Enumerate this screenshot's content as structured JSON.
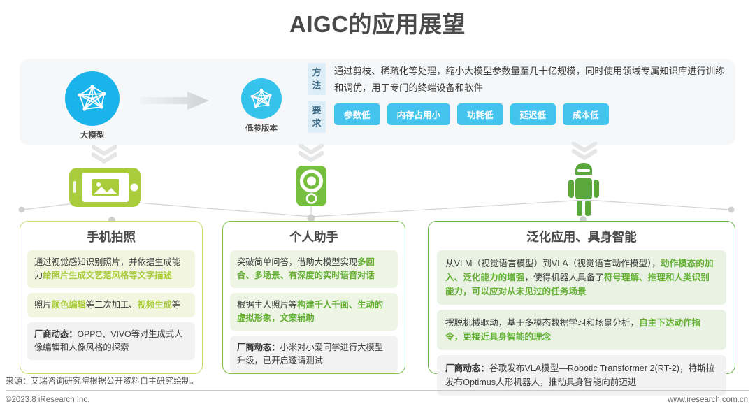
{
  "title": "AIGC的应用展望",
  "banner": {
    "big_model": {
      "label": "大模型",
      "icon": "network-graph-icon",
      "color": "#1ab4ea"
    },
    "arrow": {
      "icon": "arrow-right-icon"
    },
    "low_param": {
      "label": "低参版本",
      "icon": "network-graph-icon",
      "color": "#35c3ec"
    },
    "method": {
      "key": "方法",
      "key_chars": [
        "方",
        "法"
      ],
      "text": "通过剪枝、稀疏化等处理，缩小大模型参数量至几十亿规模，同时使用领域专属知识库进行训练和调优，用于专门的终端设备和软件"
    },
    "requirement": {
      "key": "要求",
      "key_chars": [
        "要",
        "求"
      ],
      "tags": [
        "参数低",
        "内存占用小",
        "功耗低",
        "延迟低",
        "成本低"
      ],
      "tag_color": "#44c3ef"
    }
  },
  "devices": [
    {
      "name": "phone-camera-icon",
      "color": "#a8cc3c"
    },
    {
      "name": "smart-speaker-icon",
      "color": "#77bf3e"
    },
    {
      "name": "humanoid-robot-icon",
      "color": "#5aa83c"
    }
  ],
  "cards": [
    {
      "title": "手机拍照",
      "border": "#cbdb6e",
      "panels": [
        {
          "style": "yellow",
          "segments": [
            {
              "t": "通过视觉感知识别照片，并依据生成能力",
              "hl": false
            },
            {
              "t": "给照片生成文艺范风格等文字描述",
              "hl": true
            }
          ]
        },
        {
          "style": "yellow",
          "segments": [
            {
              "t": "照片",
              "hl": false
            },
            {
              "t": "颜色编辑",
              "hl": true
            },
            {
              "t": "等二次加工、",
              "hl": false
            },
            {
              "t": "视频生成",
              "hl": true
            },
            {
              "t": "等",
              "hl": false
            }
          ]
        },
        {
          "style": "gray",
          "key": "厂商动态：",
          "segments": [
            {
              "t": "OPPO、VIVO等对生成式人像编辑和人像风格的探索",
              "hl": false
            }
          ]
        }
      ]
    },
    {
      "title": "个人助手",
      "border": "#7cc04a",
      "panels": [
        {
          "style": "green",
          "segments": [
            {
              "t": "突破简单问答，借助大模型实现",
              "hl": false
            },
            {
              "t": "多回合、多场景、有深度的实时语音对话",
              "hl": true
            }
          ]
        },
        {
          "style": "green",
          "segments": [
            {
              "t": "根据主人照片等",
              "hl": false
            },
            {
              "t": "构建千人千面、生动的虚拟形象，文案辅助",
              "hl": true
            }
          ]
        },
        {
          "style": "gray",
          "key": "厂商动态：",
          "segments": [
            {
              "t": "小米对小爱同学进行大模型升级，已开启邀请测试",
              "hl": false
            }
          ]
        }
      ]
    },
    {
      "title": "泛化应用、具身智能",
      "border": "#6bb24a",
      "panels": [
        {
          "style": "green3",
          "segments": [
            {
              "t": "从VLM（视觉语言模型）到VLA（视觉语言动作模型），",
              "hl": false
            },
            {
              "t": "动作模态的加入、泛化能力的增强",
              "hl": true
            },
            {
              "t": "，使得机器人具备了",
              "hl": false
            },
            {
              "t": "符号理解、推理和人类识别能力，可以应对从未见过的任务场景",
              "hl": true
            }
          ]
        },
        {
          "style": "green3",
          "segments": [
            {
              "t": "摆脱机械驱动，基于多模态数据学习和场景分析，",
              "hl": false
            },
            {
              "t": "自主下达动作指令，更接近具身智能的理念",
              "hl": true
            }
          ]
        },
        {
          "style": "gray",
          "key": "厂商动态：",
          "segments": [
            {
              "t": "谷歌发布VLA模型—Robotic Transformer 2(RT-2)，特斯拉发布Optimus人形机器人，推动具身智能向前迈进",
              "hl": false
            }
          ]
        }
      ]
    }
  ],
  "footer": {
    "source": "来源：艾瑞咨询研究院根据公开资料自主研究绘制。",
    "copyright": "©2023.8 iResearch Inc.",
    "website": "www.iresearch.com.cn"
  }
}
